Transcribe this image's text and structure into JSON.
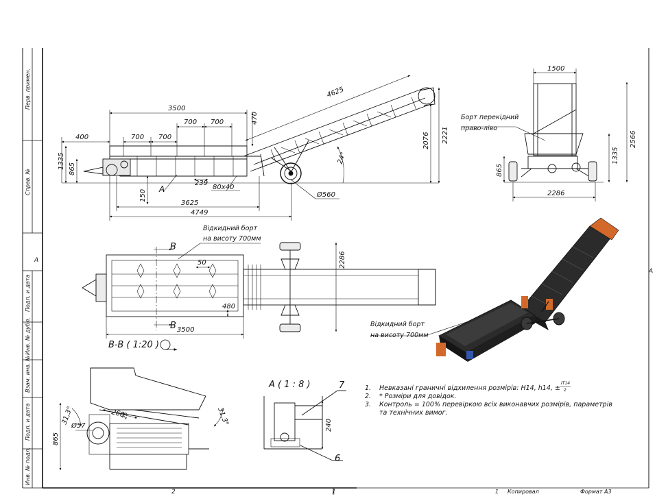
{
  "stamp_column": {
    "labels": [
      "Перв. примен.",
      "Справ. №",
      "Подп. и дата",
      "Инв. № дубл.",
      "Взам. инв. №",
      "Подп. и дата",
      "Инв. № подл."
    ]
  },
  "zone_marks": {
    "left": "А",
    "right": "А",
    "bottom_2": "2",
    "bottom_1": "1"
  },
  "title_strip": {
    "copied": "Копировал",
    "format": "Формат А3",
    "sheet_num": "1"
  },
  "side_view": {
    "dims": {
      "d4625": "4625",
      "d3500": "3500",
      "d470": "470",
      "d400": "400",
      "d700a": "700",
      "d700b": "700",
      "d700c": "700",
      "d700d": "700",
      "d1335": "1335",
      "d865": "865",
      "d2076": "2076",
      "d2221": "2221",
      "d239": "239",
      "d80x40": "80x40",
      "d150": "150",
      "d3625": "3625",
      "d4749": "4749",
      "d560": "Ø560",
      "angle": "24°",
      "mark_a": "A"
    }
  },
  "end_view": {
    "dims": {
      "d1500": "1500",
      "d2566": "2566",
      "d1335": "1335",
      "d865": "865",
      "d2286": "2286"
    },
    "label_line1": "Борт перекідний",
    "label_line2": "право-ліво"
  },
  "plan_view": {
    "label_line1": "Відкидний борт",
    "label_line2": "на висоту 700мм",
    "dims": {
      "d2286": "2286",
      "d50": "50",
      "d480": "480",
      "d3500": "3500",
      "b_top": "B",
      "b_bottom": "B"
    }
  },
  "iso_view": {
    "label_line1": "Відкидний борт",
    "label_line2": "на висоту 700мм",
    "colors": {
      "body": "#2b2b2b",
      "accent": "#d2692a",
      "wheel": "#3a3a3a"
    }
  },
  "section_bb": {
    "title": "B-B ( 1:20 )",
    "dims": {
      "d865": "865",
      "d57": "Ø57",
      "d260": "260",
      "d313a": "31,3°",
      "d313b": "31,3°",
      "d25": "25"
    }
  },
  "detail_a": {
    "title": "A ( 1 : 8 )",
    "dims": {
      "d240": "240",
      "p7": "7",
      "p6": "6"
    }
  },
  "notes": {
    "n1_num": "1.",
    "n1": "Невказані граничні відхилення розмірів: H14, h14, ± ",
    "n1_frac_top": "IT14",
    "n1_frac_bot": "2",
    "n2_num": "2.",
    "n2": "* Розміри для довідок.",
    "n3_num": "3.",
    "n3a": "Контроль = 100% перевіркою всіх виконавчих розмірів, параметрів",
    "n3b": "та технічних вимог."
  }
}
